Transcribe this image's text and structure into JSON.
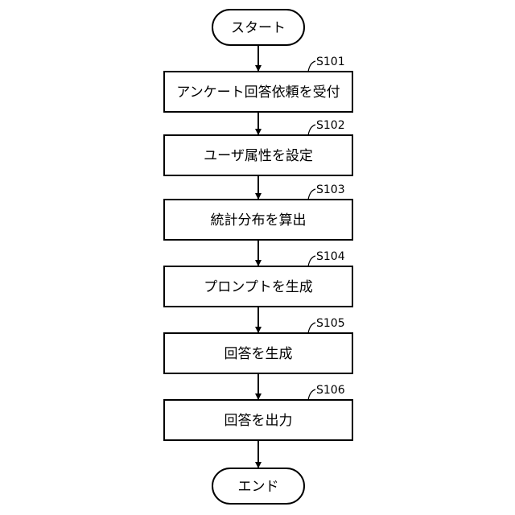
{
  "flowchart": {
    "start": "スタート",
    "end": "エンド",
    "steps": [
      {
        "id": "S101",
        "text": "アンケート回答依頼を受付"
      },
      {
        "id": "S102",
        "text": "ユーザ属性を設定"
      },
      {
        "id": "S103",
        "text": "統計分布を算出"
      },
      {
        "id": "S104",
        "text": "プロンプトを生成"
      },
      {
        "id": "S105",
        "text": "回答を生成"
      },
      {
        "id": "S106",
        "text": "回答を出力"
      }
    ]
  }
}
